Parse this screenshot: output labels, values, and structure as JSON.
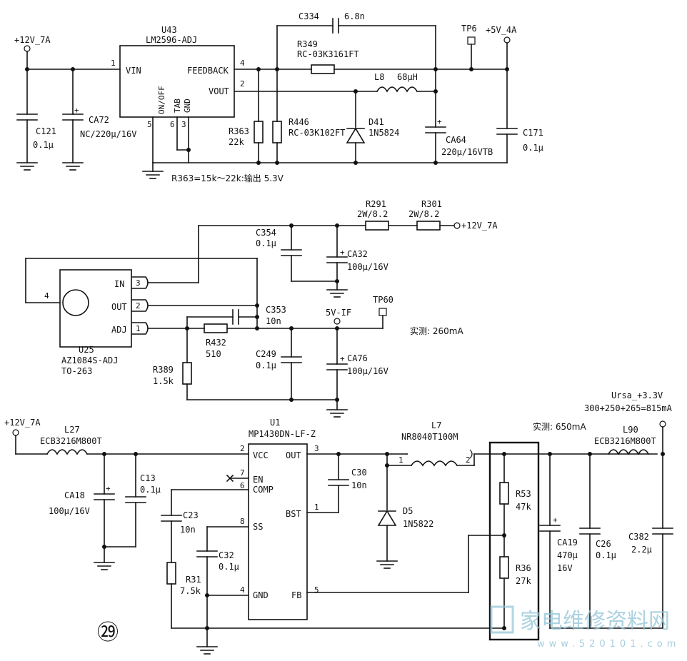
{
  "page_number": "㉙",
  "circuit1": {
    "ic_ref": "U43",
    "ic_part": "LM2596-ADJ",
    "pin_vin": "VIN",
    "pin_feedback": "FEEDBACK",
    "pin_vout": "VOUT",
    "pin_onoff": "ON/OFF",
    "pin_tab": "TAB",
    "pin_gnd": "GND",
    "pin1": "1",
    "pin2": "2",
    "pin4": "4",
    "pin5": "5",
    "pin6": "6",
    "pin3": "3",
    "input_net": "+12V_7A",
    "output_net": "+5V_4A",
    "tp": "TP6",
    "c121": "C121",
    "c121_val": "0.1μ",
    "ca72": "CA72",
    "ca72_val": "NC/220μ/16V",
    "c334": "C334",
    "c334_val": "6.8n",
    "r349": "R349",
    "r349_val": "RC-03K3161FT",
    "l8": "L8",
    "l8_val": "68μH",
    "d41": "D41",
    "d41_val": "1N5824",
    "r363": "R363",
    "r363_val": "22k",
    "r446": "R446",
    "r446_val": "RC-03K102FT",
    "ca64": "CA64",
    "ca64_val": "220μ/16VTB",
    "c171": "C171",
    "c171_val": "0.1μ",
    "note": "R363=15k～22k:输出 5.3V"
  },
  "circuit2": {
    "ic_ref": "U25",
    "ic_part": "AZ1084S-ADJ",
    "ic_pkg": "TO-263",
    "pin_in": "IN",
    "pin_out": "OUT",
    "pin_adj": "ADJ",
    "pin3": "3",
    "pin2": "2",
    "pin1": "1",
    "pin4": "4",
    "r291": "R291",
    "r291_val": "2W/8.2",
    "r301": "R301",
    "r301_val": "2W/8.2",
    "input_net": "+12V_7A",
    "c354": "C354",
    "c354_val": "0.1μ",
    "ca32": "CA32",
    "ca32_val": "100μ/16V",
    "c353": "C353",
    "c353_val": "10n",
    "tp": "TP60",
    "output_net": "5V-IF",
    "measured": "实测: 260mA",
    "r432": "R432",
    "r432_val": "510",
    "r389": "R389",
    "r389_val": "1.5k",
    "c249": "C249",
    "c249_val": "0.1μ",
    "ca76": "CA76",
    "ca76_val": "100μ/16V"
  },
  "circuit3": {
    "input_net": "+12V_7A",
    "l27": "L27",
    "l27_val": "ECB3216M800T",
    "ca18": "CA18",
    "ca18_val": "100μ/16V",
    "c13": "C13",
    "c13_val": "0.1μ",
    "ic_ref": "U1",
    "ic_part": "MP1430DN-LF-Z",
    "pin_vcc": "VCC",
    "pin_out": "OUT",
    "pin_en": "EN",
    "pin_comp": "COMP",
    "pin_ss": "SS",
    "pin_bst": "BST",
    "pin_gnd": "GND",
    "pin_fb": "FB",
    "pin2": "2",
    "pin3": "3",
    "pin7": "7",
    "pin6": "6",
    "pin8": "8",
    "pin1": "1",
    "pin4": "4",
    "pin5": "5",
    "c23": "C23",
    "c23_val": "10n",
    "c32": "C32",
    "c32_val": "0.1μ",
    "r31": "R31",
    "r31_val": "7.5k",
    "c30": "C30",
    "c30_val": "10n",
    "l7": "L7",
    "l7_val": "NR8040T100M",
    "l7_p1": "1",
    "l7_p2": "2",
    "d5": "D5",
    "d5_val": "1N5822",
    "measured": "实测: 650mA",
    "r53": "R53",
    "r53_val": "47k",
    "r36": "R36",
    "r36_val": "27k",
    "ca19": "CA19",
    "ca19_val1": "470μ",
    "ca19_val2": "16V",
    "c26": "C26",
    "c26_val": "0.1μ",
    "l90": "L90",
    "l90_val": "ECB3216M800T",
    "c382": "C382",
    "c382_val": "2.2μ",
    "output_net": "Ursa_+3.3V",
    "output_sum": "300+250+265=815mA"
  },
  "watermark": {
    "text": "家电维修资料网",
    "url": "www.520101.com"
  }
}
